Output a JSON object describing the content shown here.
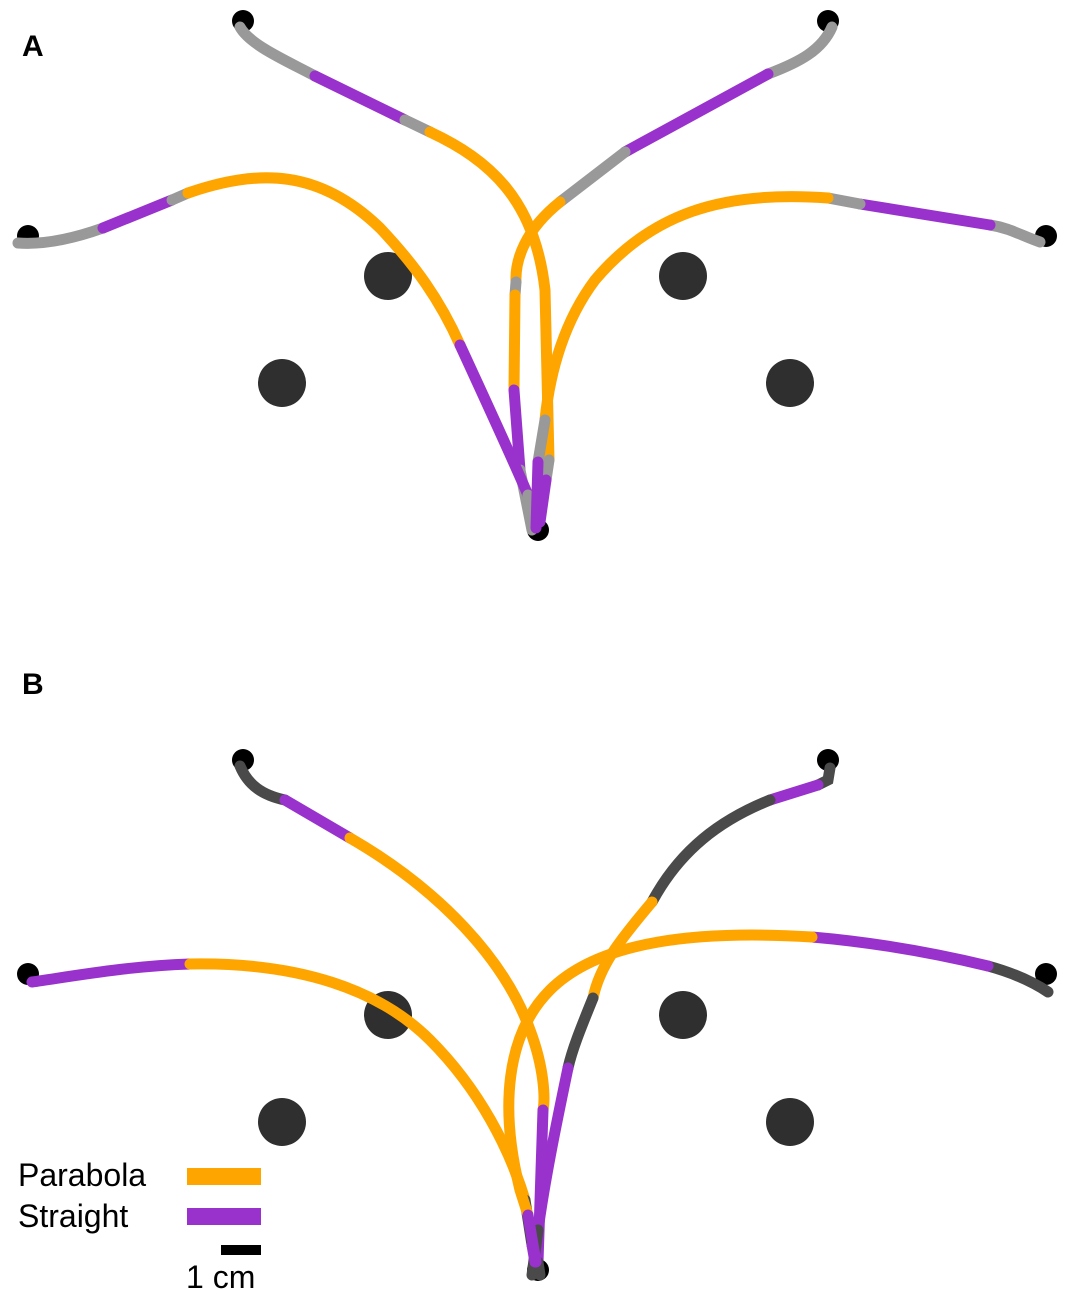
{
  "colors": {
    "parabola": "#FFA500",
    "straight": "#9932CC",
    "other_panel_a": "#999999",
    "other_panel_b": "#4A4A4A",
    "obstacle": "#2F2F2F",
    "endpoint": "#000000",
    "scale_bar": "#000000"
  },
  "panels": [
    {
      "label": "A"
    },
    {
      "label": "B"
    }
  ],
  "legend": {
    "items": [
      {
        "label": "Parabola",
        "color_key": "parabola"
      },
      {
        "label": "Straight",
        "color_key": "straight"
      }
    ]
  },
  "scale_bar": {
    "label": "1 cm"
  }
}
